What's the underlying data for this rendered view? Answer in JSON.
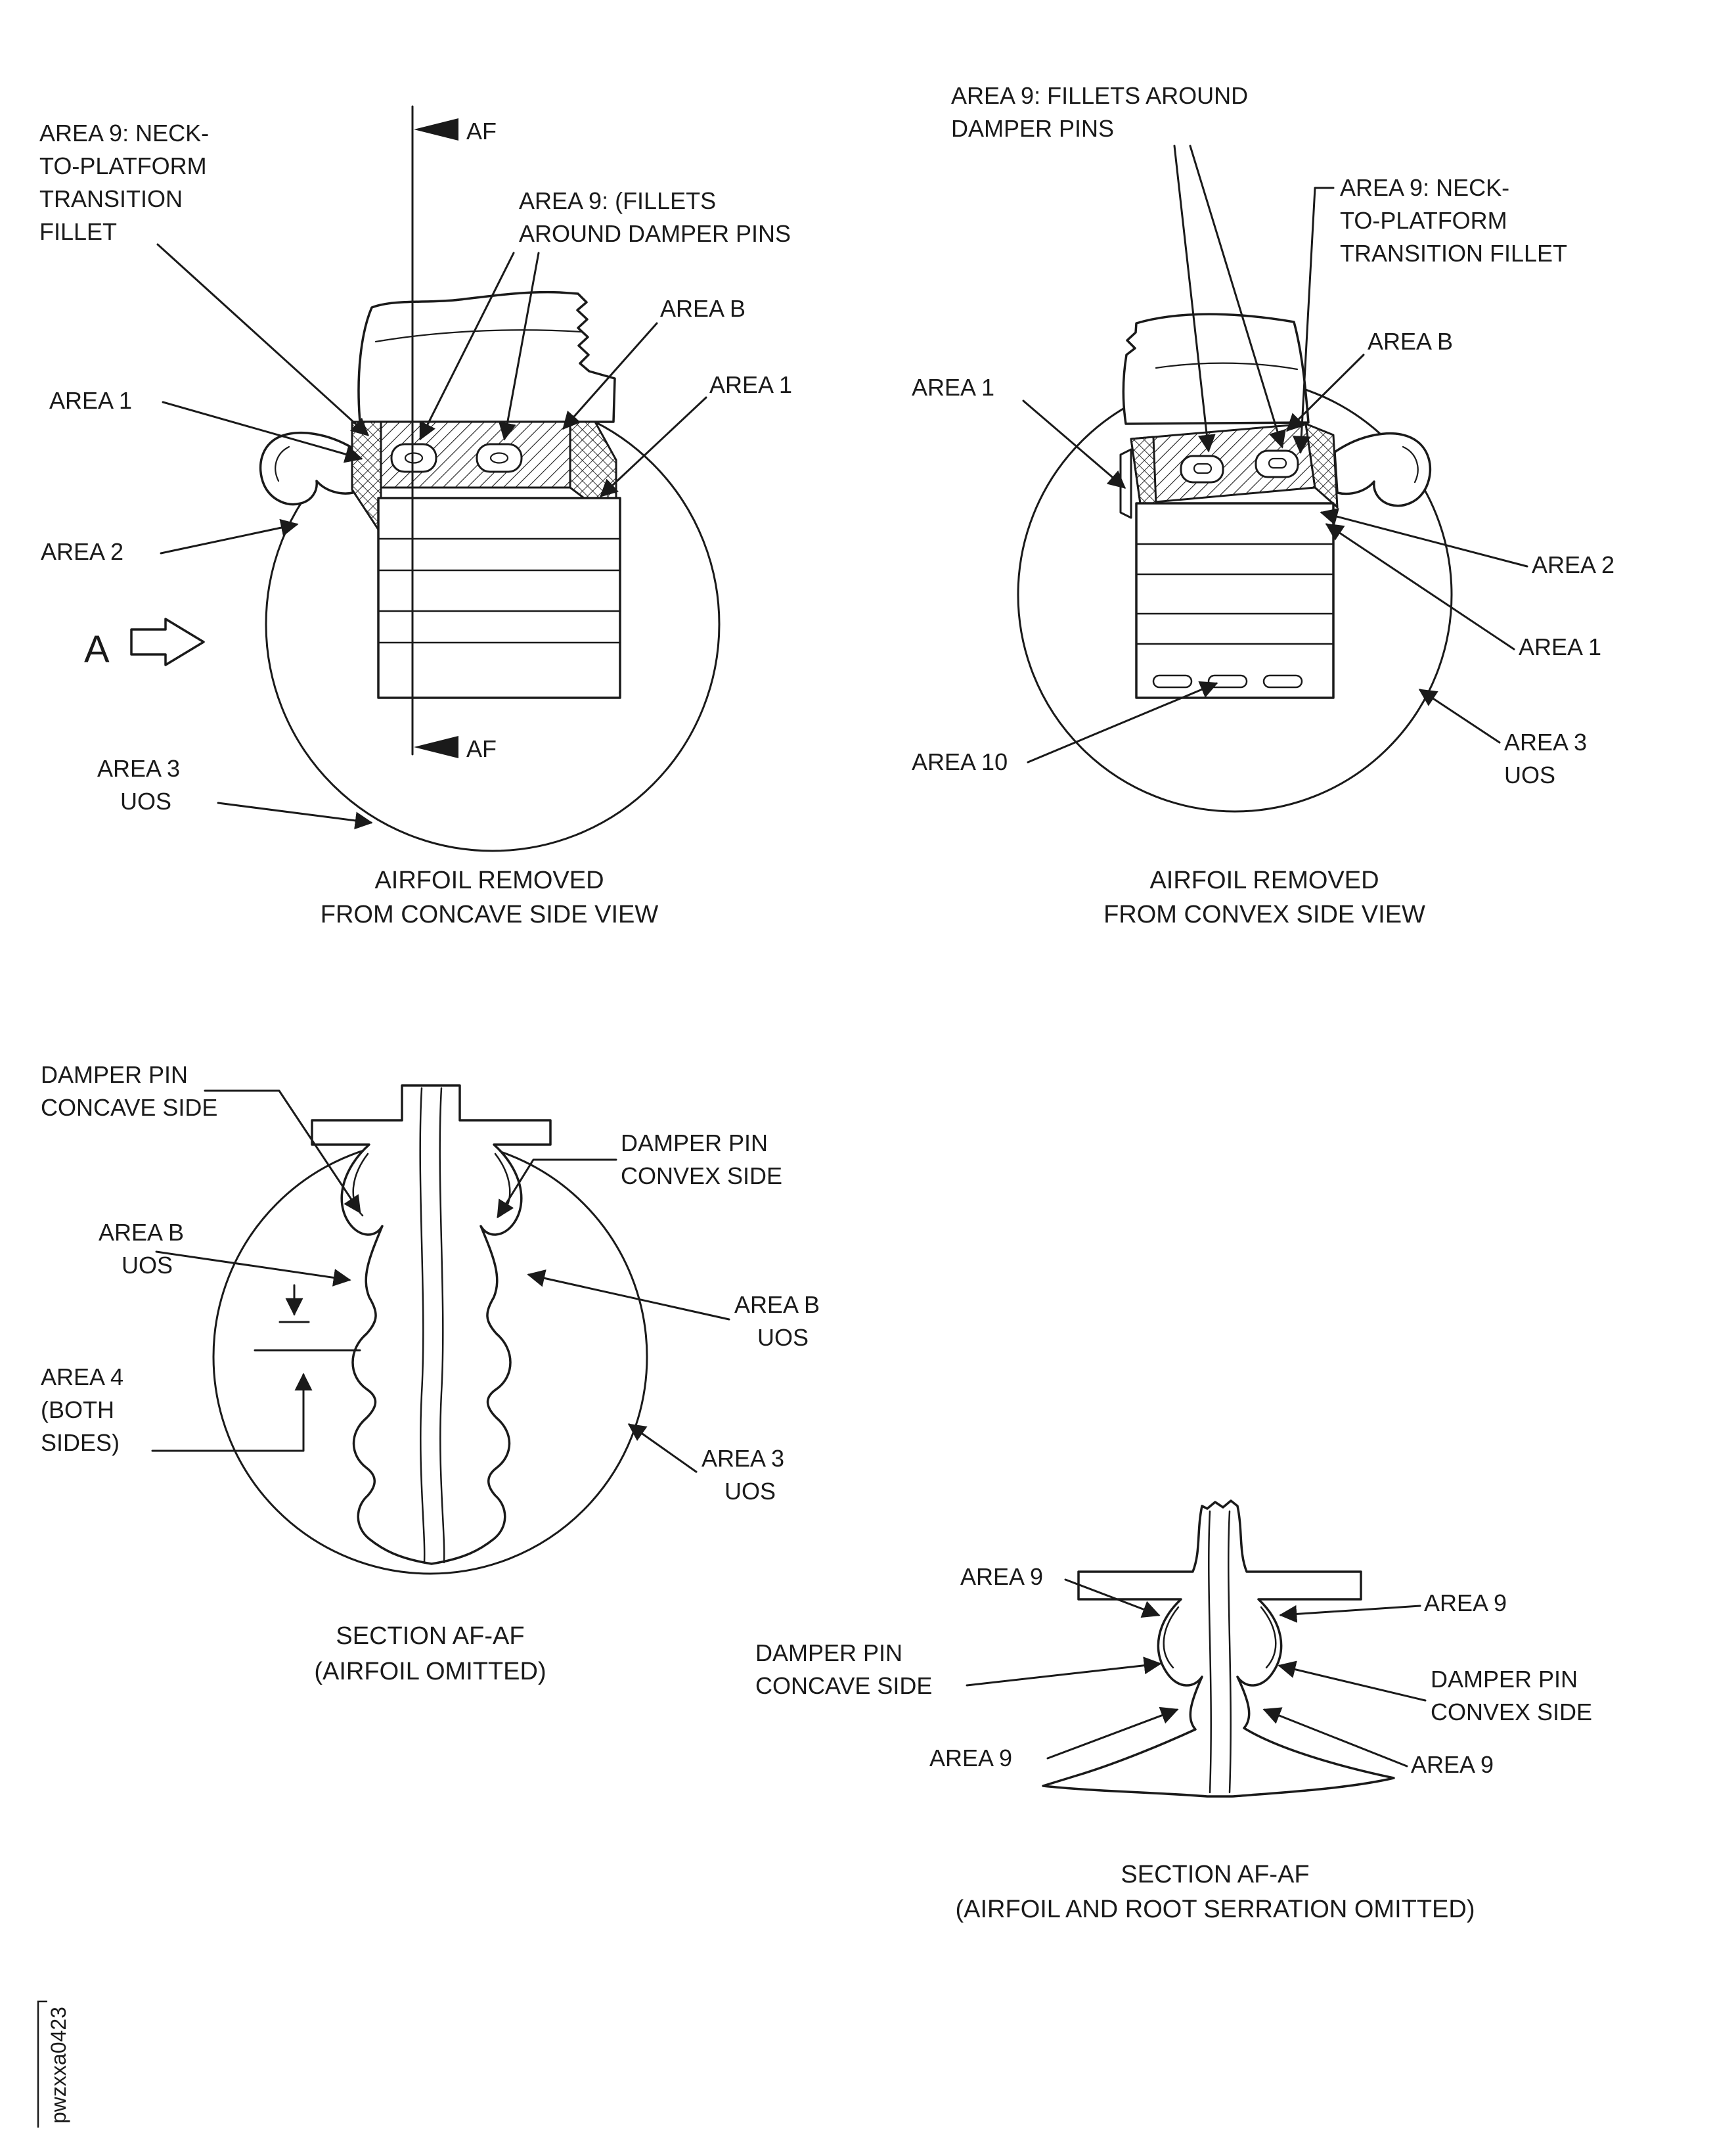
{
  "page": {
    "background": "#ffffff",
    "ink": "#1a1a1a",
    "figure_code": "pwzxxa0423"
  },
  "concave_view": {
    "caption": [
      "AIRFOIL REMOVED",
      "FROM CONCAVE SIDE VIEW"
    ],
    "section_marker_top": "AF",
    "section_marker_bottom": "AF",
    "view_direction_letter": "A",
    "labels": {
      "neck_fillet": [
        "AREA 9: NECK-",
        "TO-PLATFORM",
        "TRANSITION",
        "FILLET"
      ],
      "damper_fillets": [
        "AREA 9: (FILLETS",
        "AROUND DAMPER PINS"
      ],
      "area_b": "AREA B",
      "area_1_right": "AREA 1",
      "area_1_left": "AREA 1",
      "area_2": "AREA 2",
      "area_3": [
        "AREA 3",
        "UOS"
      ]
    }
  },
  "convex_view": {
    "caption": [
      "AIRFOIL REMOVED",
      "FROM CONVEX SIDE VIEW"
    ],
    "labels": {
      "damper_fillets": [
        "AREA 9: FILLETS AROUND",
        "DAMPER PINS"
      ],
      "neck_fillet": [
        "AREA 9: NECK-",
        "TO-PLATFORM",
        "TRANSITION FILLET"
      ],
      "area_b": "AREA B",
      "area_1_left": "AREA 1",
      "area_2": "AREA 2",
      "area_1_right": "AREA 1",
      "area_10": "AREA 10",
      "area_3": [
        "AREA 3",
        "UOS"
      ]
    }
  },
  "section_view": {
    "caption": [
      "SECTION AF-AF",
      "(AIRFOIL OMITTED)"
    ],
    "labels": {
      "damper_pin_concave": [
        "DAMPER PIN",
        "CONCAVE SIDE"
      ],
      "damper_pin_convex": [
        "DAMPER PIN",
        "CONVEX SIDE"
      ],
      "area_b_left": [
        "AREA B",
        "UOS"
      ],
      "area_b_right": [
        "AREA B",
        "UOS"
      ],
      "area_4": [
        "AREA 4",
        "(BOTH",
        "SIDES)"
      ],
      "area_3": [
        "AREA 3",
        "UOS"
      ]
    }
  },
  "section_view_no_serration": {
    "caption": [
      "SECTION AF-AF",
      "(AIRFOIL AND ROOT SERRATION OMITTED)"
    ],
    "labels": {
      "area_9_top_left": "AREA 9",
      "area_9_top_right": "AREA 9",
      "damper_pin_concave": [
        "DAMPER PIN",
        "CONCAVE SIDE"
      ],
      "damper_pin_convex": [
        "DAMPER PIN",
        "CONVEX SIDE"
      ],
      "area_9_bottom_left": "AREA 9",
      "area_9_bottom_right": "AREA 9"
    }
  }
}
